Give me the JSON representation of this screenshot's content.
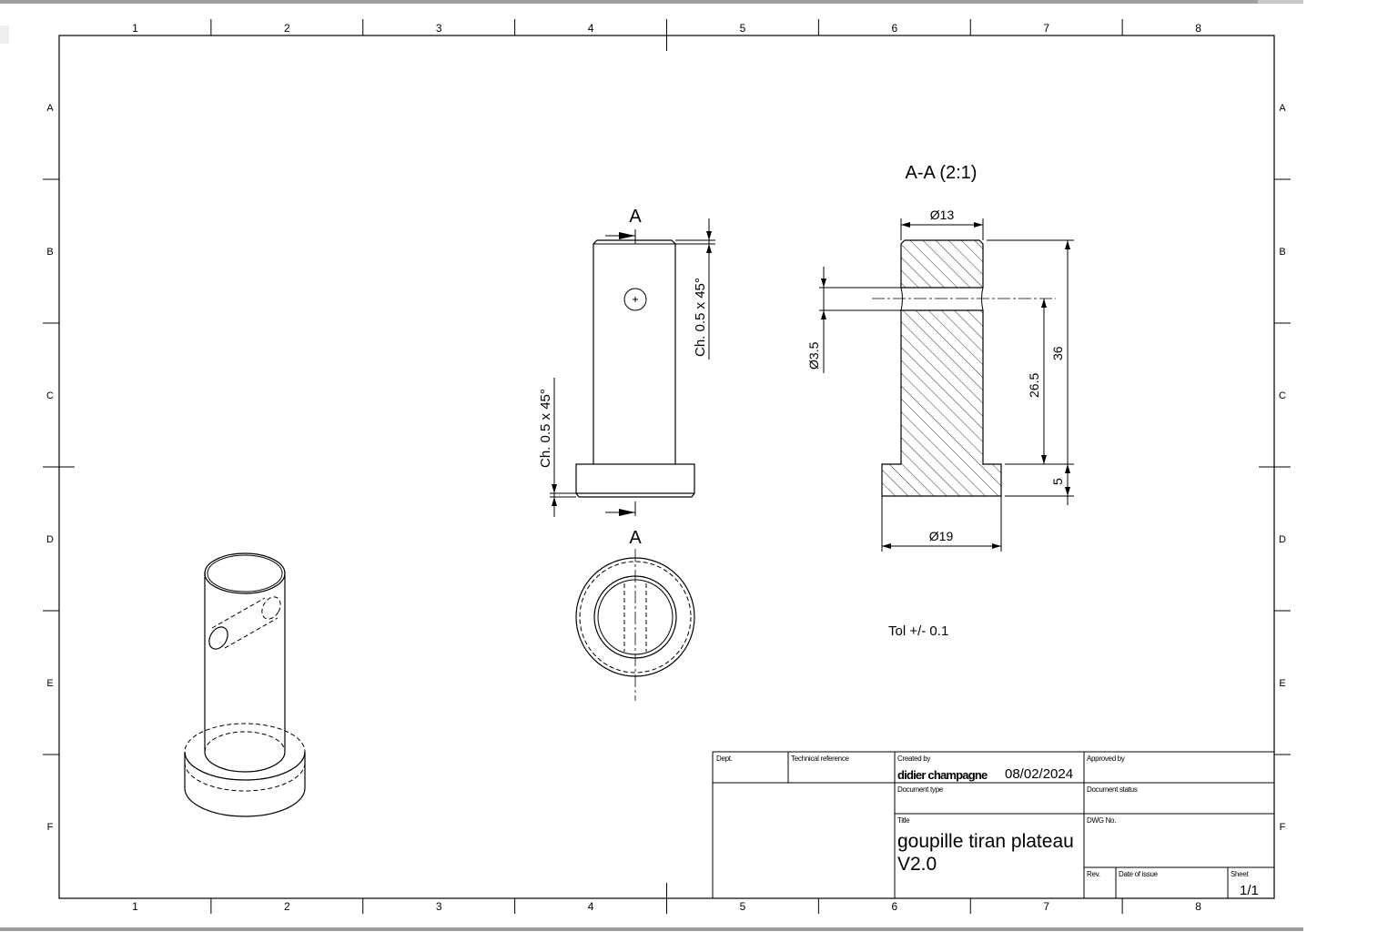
{
  "grid": {
    "columns": [
      "1",
      "2",
      "3",
      "4",
      "5",
      "6",
      "7",
      "8"
    ],
    "rows": [
      "A",
      "B",
      "C",
      "D",
      "E",
      "F"
    ]
  },
  "views": {
    "section_title": "A-A (2:1)",
    "section_marker": "A",
    "note": "Tol +/- 0.1"
  },
  "dimensions": {
    "chamfer_top": "Ch. 0.5 x 45°",
    "chamfer_bottom": "Ch. 0.5 x 45°",
    "dia_top": "Ø13",
    "dia_hole": "Ø3.5",
    "dia_base": "Ø19",
    "height_total": "36",
    "height_hole": "26.5",
    "height_base": "5"
  },
  "title_block": {
    "dept_label": "Dept.",
    "tech_ref_label": "Technical reference",
    "created_by_label": "Created by",
    "created_by": "didier champagne",
    "created_date": "08/02/2024",
    "approved_by_label": "Approved by",
    "doc_type_label": "Document type",
    "doc_status_label": "Document status",
    "title_label": "Title",
    "title_line1": "goupille tiran plateau",
    "title_line2": "V2.0",
    "dwg_label": "DWG No.",
    "rev_label": "Rev.",
    "date_issue_label": "Date of issue",
    "sheet_label": "Sheet",
    "sheet_value": "1/1"
  }
}
